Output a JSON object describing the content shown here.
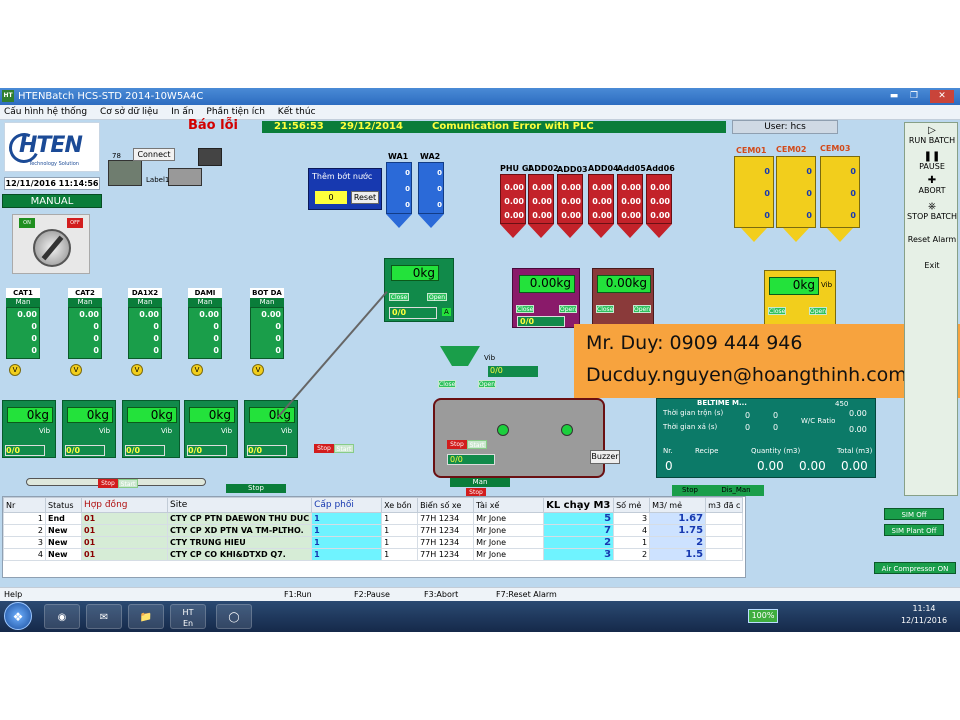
{
  "window": {
    "title": "HTENBatch HCS-STD 2014-10W5A4C",
    "app_icon": "HT"
  },
  "menu": [
    "Cấu hình hệ thống",
    "Cơ sở dữ liệu",
    "In ấn",
    "Phần tiện ích",
    "Kết thúc"
  ],
  "header": {
    "error_title": "Báo lỗi",
    "time": "21:56:53",
    "date": "29/12/2014",
    "message": "Comunication Error with PLC",
    "user": "User:  hcs"
  },
  "left": {
    "logo": "HTEN",
    "logo_sub": "Technology Solution",
    "datetime": "12/11/2016  11:14:56",
    "mode": "MANUAL",
    "switch_on": "ON",
    "switch_off": "OFF",
    "connect": "Connect",
    "plc_id": "78",
    "label1": "Label1"
  },
  "water": {
    "label": "Thêm bớt nước",
    "value": "0",
    "reset": "Reset"
  },
  "wa_silos": [
    {
      "name": "WA1",
      "values": [
        "0",
        "0",
        "0"
      ]
    },
    {
      "name": "WA2",
      "values": [
        "0",
        "0",
        "0"
      ]
    }
  ],
  "add_silos": [
    {
      "name": "PHU GI",
      "values": [
        "0.00",
        "0.00",
        "0.00"
      ]
    },
    {
      "name": "ADD02",
      "values": [
        "0.00",
        "0.00",
        "0.00"
      ]
    },
    {
      "name": "ADD03",
      "values": [
        "0.00",
        "0.00",
        "0.00"
      ]
    },
    {
      "name": "ADD04",
      "values": [
        "0.00",
        "0.00",
        "0.00"
      ]
    },
    {
      "name": "Add05",
      "values": [
        "0.00",
        "0.00",
        "0.00"
      ]
    },
    {
      "name": "Add06",
      "values": [
        "0.00",
        "0.00",
        "0.00"
      ]
    }
  ],
  "cem_silos": [
    {
      "name": "CEM01",
      "values": [
        "0",
        "0",
        "0"
      ]
    },
    {
      "name": "CEM02",
      "values": [
        "0",
        "0",
        "0"
      ]
    },
    {
      "name": "CEM03",
      "values": [
        "0",
        "0",
        "0"
      ]
    }
  ],
  "agg_bins": [
    {
      "name": "CAT1",
      "mode": "Man",
      "values": [
        "0.00",
        "0",
        "0",
        "0"
      ]
    },
    {
      "name": "CAT2",
      "mode": "Man",
      "values": [
        "0.00",
        "0",
        "0",
        "0"
      ]
    },
    {
      "name": "DA1X2",
      "mode": "Man",
      "values": [
        "0.00",
        "0",
        "0",
        "0"
      ]
    },
    {
      "name": "DAMI",
      "mode": "Man",
      "values": [
        "0.00",
        "0",
        "0",
        "0"
      ]
    },
    {
      "name": "BOT DA",
      "mode": "Man",
      "values": [
        "0.00",
        "0",
        "0",
        "0"
      ]
    }
  ],
  "agg_scales": [
    {
      "value": "0kg",
      "readout": "0/0"
    },
    {
      "value": "0kg",
      "readout": "0/0"
    },
    {
      "value": "0kg",
      "readout": "0/0"
    },
    {
      "value": "0kg",
      "readout": "0/0"
    },
    {
      "value": "0kg",
      "readout": "0/0"
    }
  ],
  "labels": {
    "vib": "Vib",
    "close": "Close",
    "open": "Open",
    "a": "A",
    "v": "V",
    "stop": "Stop",
    "start": "Start",
    "man": "Man",
    "dis_man": "Dis_Man",
    "buzzer": "Buzzer"
  },
  "water_scale": {
    "value": "0kg",
    "readout": "0/0"
  },
  "add_scale1": {
    "value": "0.00kg",
    "readout": "0/0"
  },
  "add_scale2": {
    "value": "0.00kg",
    "readout": "0/0"
  },
  "cem_scale": {
    "value": "0kg",
    "readout": "0/0"
  },
  "mixer": {
    "readout": "0/0"
  },
  "info": {
    "beltime": "BELTIME M...",
    "beltime_val": "450",
    "mix_time": "Thời gian trộn (s)",
    "dis_time": "Thời gian xả (s)",
    "mix_val1": "0",
    "mix_val2": "0",
    "dis_val1": "0",
    "dis_val2": "0",
    "wc": "W/C Ratio",
    "wc_val1": "0.00",
    "wc_val2": "0.00",
    "nr": "Nr.",
    "recipe": "Recipe",
    "quantity": "Quantity (m3)",
    "total": "Total (m3)",
    "nr_val": "0",
    "quantity_val1": "0.00",
    "quantity_val2": "0.00",
    "total_val": "0.00"
  },
  "ad": {
    "line1": "Mr. Duy: 0909 444 946",
    "line2": "Ducduy.nguyen@hoangthinh.com.vn"
  },
  "right_panel": [
    "RUN BATCH",
    "PAUSE",
    "ABORT",
    "STOP BATCH",
    "Reset Alarm",
    "Exit"
  ],
  "table": {
    "headers": [
      "Nr",
      "Status",
      "Hợp đồng",
      "Site",
      "Cấp phối",
      "Xe bồn",
      "Biển số xe",
      "Tài xế",
      "KL chạy M3",
      "Số mẻ",
      "M3/ mẻ",
      "m3 đã c"
    ],
    "rows": [
      [
        "1",
        "End",
        "01",
        "CTY CP PTN DAEWON THU DUC",
        "1",
        "1",
        "77H 1234",
        "Mr Jone",
        "5",
        "3",
        "1.67"
      ],
      [
        "2",
        "New",
        "01",
        "CTY CP XD PTN VA TM-PLTHO.",
        "1",
        "1",
        "77H 1234",
        "Mr Jone",
        "7",
        "4",
        "1.75"
      ],
      [
        "3",
        "New",
        "01",
        "CTY TRUNG HIEU",
        "1",
        "1",
        "77H 1234",
        "Mr Jone",
        "2",
        "1",
        "2"
      ],
      [
        "4",
        "New",
        "01",
        "CTY CP CO KHI&DTXD Q7.",
        "1",
        "1",
        "77H 1234",
        "Mr Jone",
        "3",
        "2",
        "1.5"
      ]
    ]
  },
  "sim": [
    "SIM Off",
    "SIM Plant Off",
    "Air Compressor ON"
  ],
  "status": {
    "help": "Help",
    "f1": "F1:Run",
    "f2": "F2:Pause",
    "f3": "F3:Abort",
    "f7": "F7:Reset Alarm"
  },
  "taskbar": {
    "battery": "100%",
    "time": "11:14",
    "date": "12/11/2016",
    "ht": "HT",
    "ht_sub": "En"
  }
}
